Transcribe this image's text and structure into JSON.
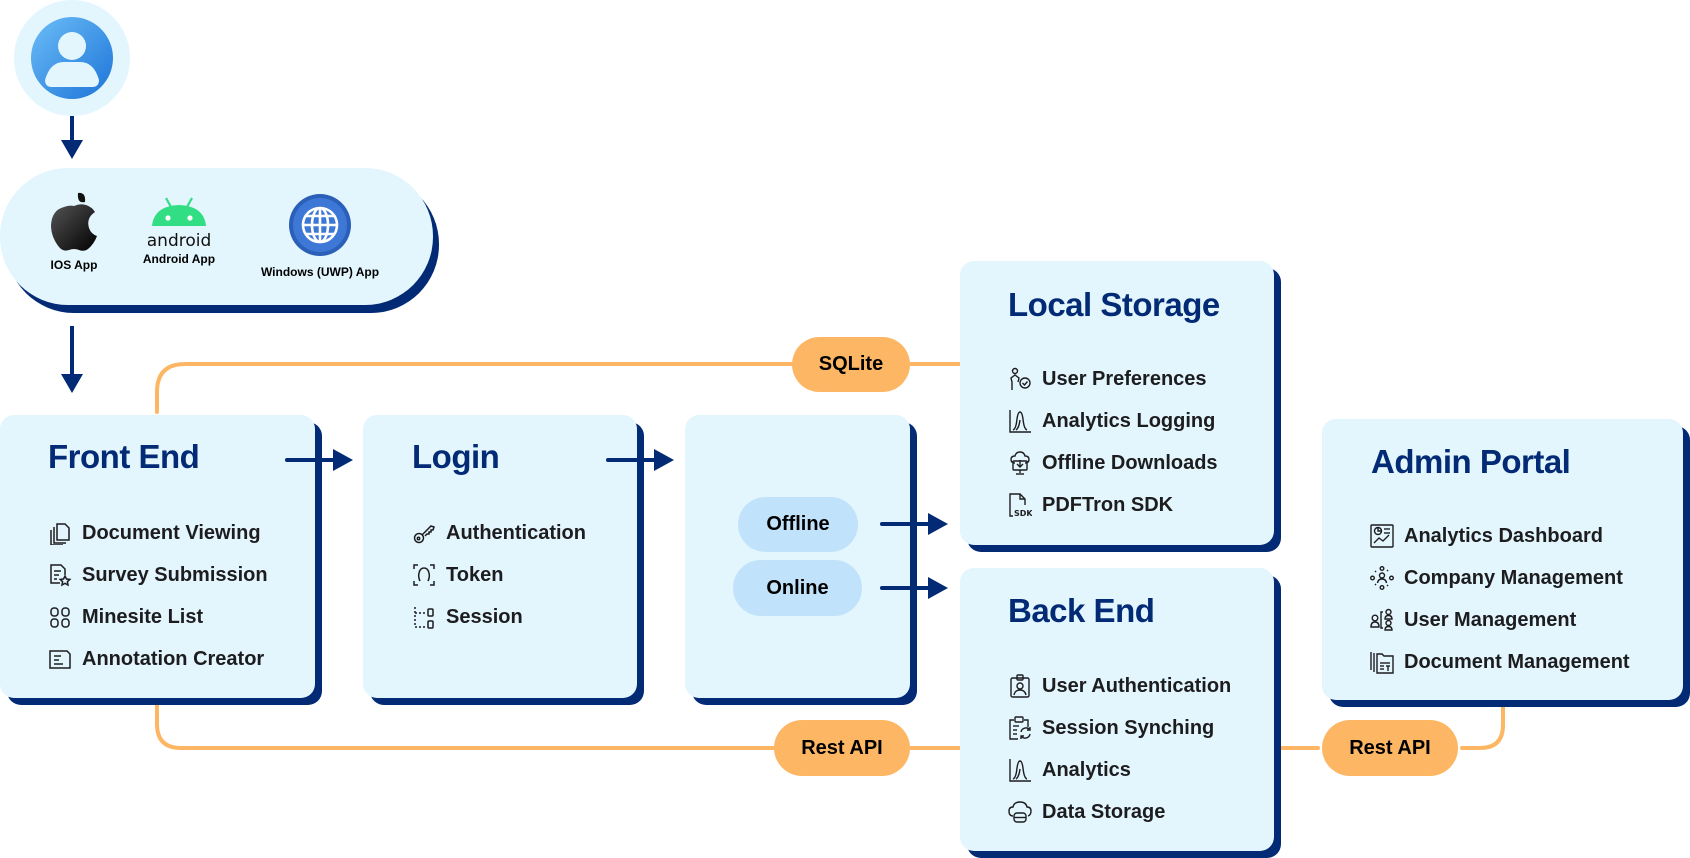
{
  "colors": {
    "navy": "#032a74",
    "panel": "#e3f5fd",
    "connector": "#fdb764",
    "status_pill": "#c0e3fb",
    "avatar_blue": "#2a8ae0",
    "android_green": "#32de84"
  },
  "user": {
    "icon": "user-avatar-icon"
  },
  "apps": [
    {
      "label": "IOS App",
      "icon": "apple-icon"
    },
    {
      "label": "Android App",
      "icon": "android-icon",
      "wordmark": "android"
    },
    {
      "label": "Windows (UWP) App",
      "icon": "globe-icon"
    }
  ],
  "front_end": {
    "title": "Front End",
    "items": [
      {
        "label": "Document Viewing",
        "icon": "documents-icon"
      },
      {
        "label": "Survey Submission",
        "icon": "survey-star-icon"
      },
      {
        "label": "Minesite List",
        "icon": "grid-list-icon"
      },
      {
        "label": "Annotation Creator",
        "icon": "annotation-icon"
      }
    ]
  },
  "login": {
    "title": "Login",
    "items": [
      {
        "label": "Authentication",
        "icon": "key-icon"
      },
      {
        "label": "Token",
        "icon": "token-scan-icon"
      },
      {
        "label": "Session",
        "icon": "session-tree-icon"
      }
    ]
  },
  "connectivity": {
    "offline": "Offline",
    "online": "Online"
  },
  "local_storage": {
    "title": "Local Storage",
    "items": [
      {
        "label": "User Preferences",
        "icon": "user-check-icon"
      },
      {
        "label": "Analytics Logging",
        "icon": "distribution-chart-icon"
      },
      {
        "label": "Offline Downloads",
        "icon": "cloud-download-icon"
      },
      {
        "label": "PDFTron SDK",
        "icon": "sdk-file-icon"
      }
    ]
  },
  "back_end": {
    "title": "Back End",
    "items": [
      {
        "label": "User Authentication",
        "icon": "id-badge-icon"
      },
      {
        "label": "Session Synching",
        "icon": "clipboard-sync-icon"
      },
      {
        "label": "Analytics",
        "icon": "distribution-chart-icon"
      },
      {
        "label": "Data Storage",
        "icon": "cloud-storage-icon"
      }
    ]
  },
  "admin_portal": {
    "title": "Admin Portal",
    "items": [
      {
        "label": "Analytics Dashboard",
        "icon": "dashboard-icon"
      },
      {
        "label": "Company Management",
        "icon": "company-network-icon"
      },
      {
        "label": "User Management",
        "icon": "users-icon"
      },
      {
        "label": "Document Management",
        "icon": "folder-docs-icon"
      }
    ]
  },
  "connectors": {
    "sqlite": "SQLite",
    "rest_api_left": "Rest API",
    "rest_api_right": "Rest API"
  }
}
